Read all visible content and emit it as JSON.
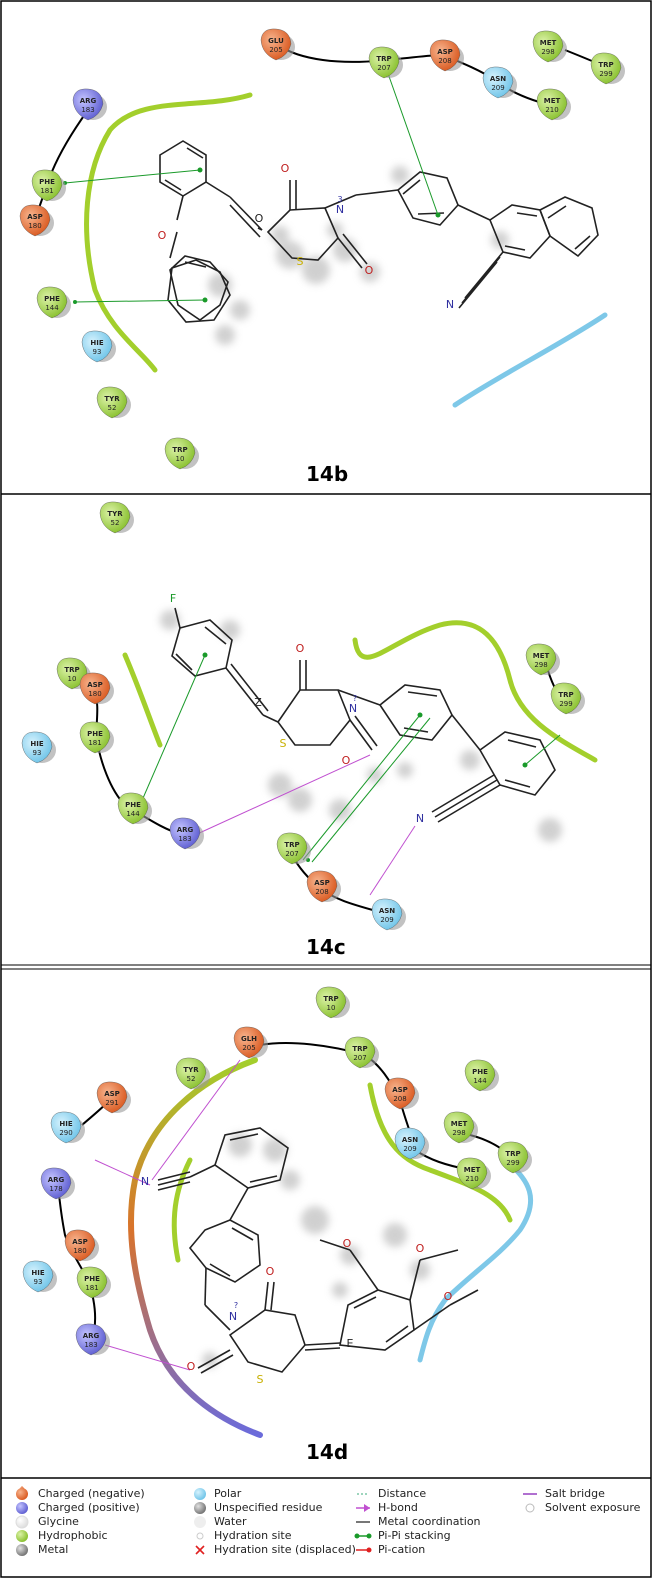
{
  "panels": [
    {
      "label": "14b",
      "residues": [
        {
          "name": "GLU",
          "num": "205",
          "cls": "neg"
        },
        {
          "name": "TRP",
          "num": "207",
          "cls": "hyd"
        },
        {
          "name": "ASP",
          "num": "208",
          "cls": "neg"
        },
        {
          "name": "ASN",
          "num": "209",
          "cls": "pol"
        },
        {
          "name": "MET",
          "num": "210",
          "cls": "hyd"
        },
        {
          "name": "MET",
          "num": "298",
          "cls": "hyd"
        },
        {
          "name": "TRP",
          "num": "299",
          "cls": "hyd"
        },
        {
          "name": "ARG",
          "num": "183",
          "cls": "pos"
        },
        {
          "name": "PHE",
          "num": "181",
          "cls": "hyd"
        },
        {
          "name": "ASP",
          "num": "180",
          "cls": "neg"
        },
        {
          "name": "PHE",
          "num": "144",
          "cls": "hyd"
        },
        {
          "name": "HIE",
          "num": "93",
          "cls": "pol"
        },
        {
          "name": "TYR",
          "num": "52",
          "cls": "hyd"
        },
        {
          "name": "TRP",
          "num": "10",
          "cls": "hyd"
        }
      ],
      "atoms": [
        "O",
        "O",
        "N",
        "S",
        "O",
        "N",
        "O",
        "3",
        "?"
      ]
    },
    {
      "label": "14c",
      "residues": [
        {
          "name": "TYR",
          "num": "52",
          "cls": "hyd"
        },
        {
          "name": "TRP",
          "num": "10",
          "cls": "hyd"
        },
        {
          "name": "ASP",
          "num": "180",
          "cls": "neg"
        },
        {
          "name": "HIE",
          "num": "93",
          "cls": "pol"
        },
        {
          "name": "PHE",
          "num": "181",
          "cls": "hyd"
        },
        {
          "name": "PHE",
          "num": "144",
          "cls": "hyd"
        },
        {
          "name": "ARG",
          "num": "183",
          "cls": "pos"
        },
        {
          "name": "MET",
          "num": "298",
          "cls": "hyd"
        },
        {
          "name": "TRP",
          "num": "299",
          "cls": "hyd"
        },
        {
          "name": "TRP",
          "num": "207",
          "cls": "hyd"
        },
        {
          "name": "ASP",
          "num": "208",
          "cls": "neg"
        },
        {
          "name": "ASN",
          "num": "209",
          "cls": "pol"
        }
      ],
      "atoms": [
        "F",
        "O",
        "N",
        "S",
        "O",
        "N",
        "Z",
        "?"
      ]
    },
    {
      "label": "14d",
      "residues": [
        {
          "name": "TRP",
          "num": "10",
          "cls": "hyd"
        },
        {
          "name": "GLH",
          "num": "205",
          "cls": "neg"
        },
        {
          "name": "TRP",
          "num": "207",
          "cls": "hyd"
        },
        {
          "name": "TYR",
          "num": "52",
          "cls": "hyd"
        },
        {
          "name": "ASP",
          "num": "291",
          "cls": "neg"
        },
        {
          "name": "HIE",
          "num": "290",
          "cls": "pol"
        },
        {
          "name": "PHE",
          "num": "144",
          "cls": "hyd"
        },
        {
          "name": "ASP",
          "num": "208",
          "cls": "neg"
        },
        {
          "name": "MET",
          "num": "298",
          "cls": "hyd"
        },
        {
          "name": "TRP",
          "num": "299",
          "cls": "hyd"
        },
        {
          "name": "ASN",
          "num": "209",
          "cls": "pol"
        },
        {
          "name": "MET",
          "num": "210",
          "cls": "hyd"
        },
        {
          "name": "ARG",
          "num": "178",
          "cls": "pos"
        },
        {
          "name": "ASP",
          "num": "180",
          "cls": "neg"
        },
        {
          "name": "HIE",
          "num": "93",
          "cls": "pol"
        },
        {
          "name": "PHE",
          "num": "181",
          "cls": "hyd"
        },
        {
          "name": "ARG",
          "num": "183",
          "cls": "pos"
        }
      ],
      "atoms": [
        "N",
        "O",
        "O",
        "O",
        "O",
        "N",
        "S",
        "O",
        "E",
        "?"
      ]
    }
  ],
  "legend": {
    "col1": [
      "Charged (negative)",
      "Charged (positive)",
      "Glycine",
      "Hydrophobic",
      "Metal"
    ],
    "col2": [
      "Polar",
      "Unspecified residue",
      "Water",
      "Hydration site",
      "Hydration site (displaced)"
    ],
    "col3": [
      "Distance",
      "H-bond",
      "Metal coordination",
      "Pi-Pi stacking",
      "Pi-cation"
    ],
    "col4": [
      "Salt bridge",
      "Solvent exposure"
    ]
  },
  "colors": {
    "negative": "#e8733a",
    "positive": "#8b8be8",
    "glycine": "#f2f2f2",
    "hydrophobic": "#9ccc3c",
    "polar": "#8fd3ef",
    "metal": "#999999",
    "pipi": "#1a9a2a",
    "hbond": "#c050d0",
    "pocket_green": "#a3cf2c",
    "solvent_blue": "#7ec8e8"
  }
}
